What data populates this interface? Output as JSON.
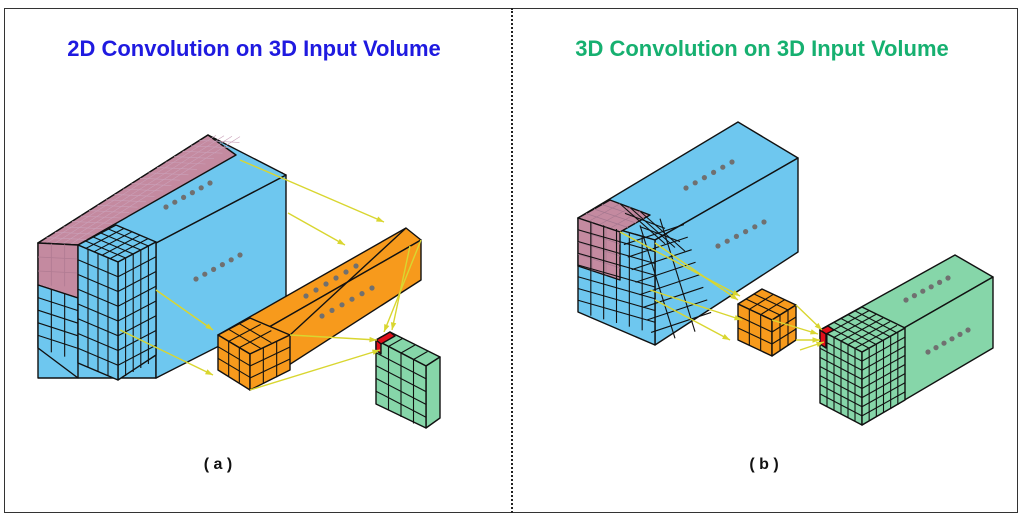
{
  "panels": [
    {
      "title": "2D Convolution on 3D Input Volume",
      "caption": "( a )"
    },
    {
      "title": "3D Convolution on 3D Input Volume",
      "caption": "( b )"
    }
  ],
  "colors": {
    "title_left": "#1f1ae0",
    "title_right": "#16b070",
    "input_volume": "#6ec7ef",
    "kernel_region": "#c48aa0",
    "kernel": "#f79a1c",
    "output": "#86d6a9",
    "output_cell": "#e0101a",
    "projection_lines": "#d9d630",
    "ellipsis_dots": "#707070"
  }
}
